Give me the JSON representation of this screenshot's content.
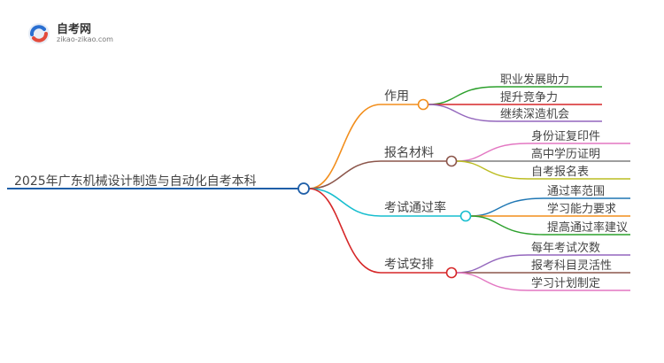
{
  "brand": {
    "name": "自考网",
    "url": "zikao-zikao.com"
  },
  "root": {
    "label": "2025年广东机械设计制造与自动化自考本科",
    "color": "#1f5fa8"
  },
  "branches": [
    {
      "label": "作用",
      "color": "#f28e1c",
      "children": [
        {
          "label": "职业发展助力",
          "color": "#2ca02c"
        },
        {
          "label": "提升竞争力",
          "color": "#d62728"
        },
        {
          "label": "继续深造机会",
          "color": "#9467bd"
        }
      ]
    },
    {
      "label": "报名材料",
      "color": "#8c564b",
      "children": [
        {
          "label": "身份证复印件",
          "color": "#e377c2"
        },
        {
          "label": "高中学历证明",
          "color": "#7f7f7f"
        },
        {
          "label": "自考报名表",
          "color": "#bcbd22"
        }
      ]
    },
    {
      "label": "考试通过率",
      "color": "#17becf",
      "children": [
        {
          "label": "通过率范围",
          "color": "#1f77b4"
        },
        {
          "label": "学习能力要求",
          "color": "#f28e1c"
        },
        {
          "label": "提高通过率建议",
          "color": "#2ca02c"
        }
      ]
    },
    {
      "label": "考试安排",
      "color": "#d62728",
      "children": [
        {
          "label": "每年考试次数",
          "color": "#9467bd"
        },
        {
          "label": "报考科目灵活性",
          "color": "#8c564b"
        },
        {
          "label": "学习计划制定",
          "color": "#e377c2"
        }
      ]
    }
  ]
}
